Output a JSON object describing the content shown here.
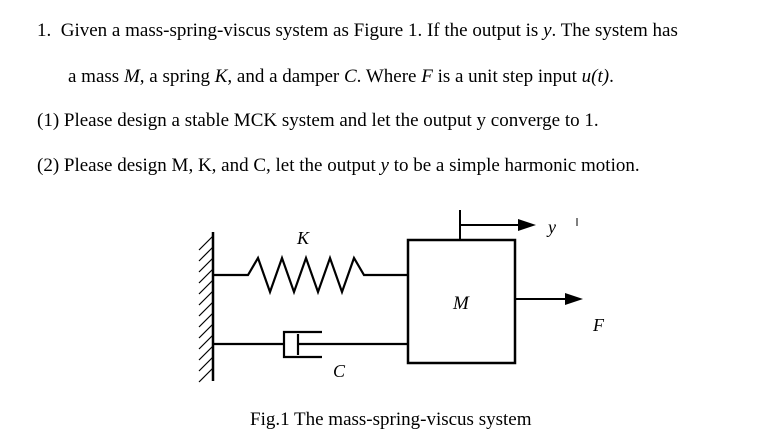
{
  "problem": {
    "line1": {
      "number": "1.",
      "t1": "Given a mass-spring-viscus system as Figure 1. If the output is ",
      "var_y": "y",
      "t2": ". The system has"
    },
    "line2": {
      "t1": "a mass ",
      "var_M": "M",
      "t2": ", a spring ",
      "var_K": "K",
      "t3": ", and a damper ",
      "var_C": "C",
      "t4": ". Where ",
      "var_F": "F",
      "t5": " is a unit step input ",
      "var_u": "u(t)",
      "t6": "."
    },
    "part1": "(1) Please design a stable MCK system and let the output y converge to 1.",
    "part2": {
      "t1": "(2) Please design M, K, and C, let the output ",
      "var_y": "y",
      "t2": " to be a simple harmonic motion."
    }
  },
  "figure": {
    "labels": {
      "K": "K",
      "M": "M",
      "C": "C",
      "y": "y",
      "F": "F"
    },
    "caption": "Fig.1 The mass-spring-viscus system"
  }
}
